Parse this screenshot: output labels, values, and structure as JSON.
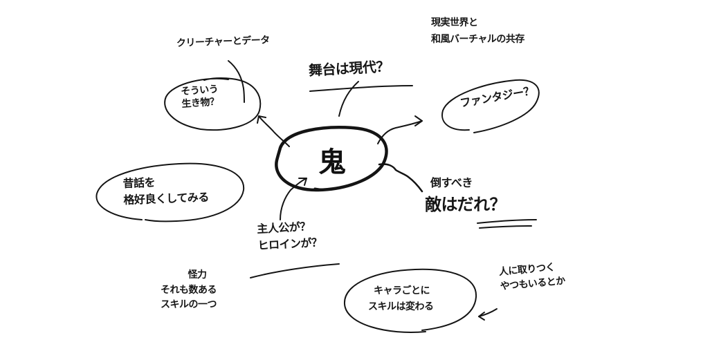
{
  "diagram": {
    "type": "hand-drawn mind map",
    "stroke_color": "#141414",
    "background": "#ffffff",
    "center": {
      "label": "鬼"
    },
    "nodes": [
      {
        "id": "creature-data",
        "lines": [
          "クリーチャーとデータ"
        ],
        "style": "plain"
      },
      {
        "id": "what-creature",
        "lines": [
          "そういう",
          "生き物？"
        ],
        "style": "circled"
      },
      {
        "id": "setting-modern",
        "lines": [
          "舞台は現代？"
        ],
        "style": "underlined"
      },
      {
        "id": "real-virtual",
        "lines": [
          "現実世界と",
          "和風バーチャルの共存"
        ],
        "style": "plain"
      },
      {
        "id": "fantasy",
        "lines": [
          "ファンタジー？"
        ],
        "style": "circled"
      },
      {
        "id": "folktale",
        "lines": [
          "昔話を",
          "格好良くしてみる"
        ],
        "style": "circled"
      },
      {
        "id": "enemy",
        "lines": [
          "倒すべき",
          "敵はだれ？"
        ],
        "style": "double-underlined"
      },
      {
        "id": "protagonist",
        "lines": [
          "主人公が？",
          "ヒロインが？"
        ],
        "style": "underlined"
      },
      {
        "id": "kaiki",
        "lines": [
          "怪力",
          "それも数ある",
          "スキルの一つ"
        ],
        "style": "plain"
      },
      {
        "id": "skills",
        "lines": [
          "キャラごとに",
          "スキルは変わる"
        ],
        "style": "circled"
      },
      {
        "id": "possess",
        "lines": [
          "人に取りつく",
          "やつもいるとか"
        ],
        "style": "plain"
      }
    ],
    "connections": [
      {
        "from": "center",
        "to": "what-creature",
        "arrow": true
      },
      {
        "from": "creature-data",
        "to": "what-creature",
        "arrow": false
      },
      {
        "from": "center",
        "to": "setting-modern",
        "arrow": false
      },
      {
        "from": "center",
        "to": "fantasy",
        "arrow": true
      },
      {
        "from": "center",
        "to": "enemy",
        "arrow": false
      },
      {
        "from": "protagonist",
        "to": "center",
        "arrow": true
      },
      {
        "from": "possess",
        "to": "skills",
        "arrow": true
      }
    ]
  }
}
